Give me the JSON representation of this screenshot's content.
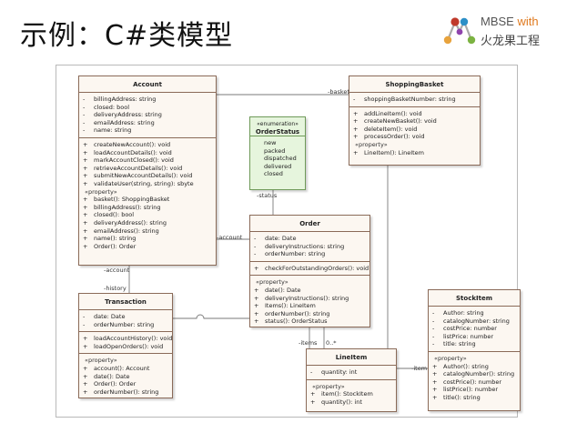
{
  "slide": {
    "title": "示例：C#类模型"
  },
  "logo": {
    "line1": "MBSE",
    "line1_accent": "with",
    "line2": "火龙果工程",
    "colors": [
      "#e8a33d",
      "#c0392b",
      "#2c8fc7",
      "#7cb342",
      "#8e44ad"
    ]
  },
  "diagram": {
    "classes": [
      {
        "id": "account",
        "name": "Account",
        "attributes": [
          {
            "vis": "-",
            "text": "billingAddress: string"
          },
          {
            "vis": "-",
            "text": "closed: bool"
          },
          {
            "vis": "-",
            "text": "deliveryAddress: string"
          },
          {
            "vis": "-",
            "text": "emailAddress: string"
          },
          {
            "vis": "-",
            "text": "name: string"
          }
        ],
        "operations": [
          {
            "vis": "+",
            "text": "createNewAccount(): void"
          },
          {
            "vis": "+",
            "text": "loadAccountDetails(): void"
          },
          {
            "vis": "+",
            "text": "markAccountClosed(): void"
          },
          {
            "vis": "+",
            "text": "retrieveAccountDetails(): void"
          },
          {
            "vis": "+",
            "text": "submitNewAccountDetails(): void"
          },
          {
            "vis": "+",
            "text": "validateUser(string, string): sbyte"
          }
        ],
        "stereotype": "«property»",
        "properties": [
          {
            "vis": "+",
            "text": "basket(): ShoppingBasket"
          },
          {
            "vis": "+",
            "text": "billingAddress(): string"
          },
          {
            "vis": "+",
            "text": "closed(): bool"
          },
          {
            "vis": "+",
            "text": "deliveryAddress(): string"
          },
          {
            "vis": "+",
            "text": "emailAddress(): string"
          },
          {
            "vis": "+",
            "text": "name(): string"
          },
          {
            "vis": "+",
            "text": "Order(): Order"
          }
        ]
      },
      {
        "id": "shopping-basket",
        "name": "ShoppingBasket",
        "attributes": [
          {
            "vis": "-",
            "text": "shoppingBasketNumber: string"
          }
        ],
        "operations": [
          {
            "vis": "+",
            "text": "addLineItem(): void"
          },
          {
            "vis": "+",
            "text": "createNewBasket(): void"
          },
          {
            "vis": "+",
            "text": "deleteItem(): void"
          },
          {
            "vis": "+",
            "text": "processOrder(): void"
          }
        ],
        "stereotype": "«property»",
        "properties": [
          {
            "vis": "+",
            "text": "LineItem(): LineItem"
          }
        ]
      },
      {
        "id": "order",
        "name": "Order",
        "attributes": [
          {
            "vis": "-",
            "text": "date: Date"
          },
          {
            "vis": "-",
            "text": "deliveryInstructions: string"
          },
          {
            "vis": "-",
            "text": "orderNumber: string"
          }
        ],
        "operations": [
          {
            "vis": "+",
            "text": "checkForOutstandingOrders(): void"
          }
        ],
        "stereotype": "«property»",
        "properties": [
          {
            "vis": "+",
            "text": "date(): Date"
          },
          {
            "vis": "+",
            "text": "deliveryInstructions(): string"
          },
          {
            "vis": "+",
            "text": "Items(): LineItem"
          },
          {
            "vis": "+",
            "text": "orderNumber(): string"
          },
          {
            "vis": "+",
            "text": "status(): OrderStatus"
          }
        ]
      },
      {
        "id": "transaction",
        "name": "Transaction",
        "attributes": [
          {
            "vis": "-",
            "text": "date: Date"
          },
          {
            "vis": "-",
            "text": "orderNumber: string"
          }
        ],
        "operations": [
          {
            "vis": "+",
            "text": "loadAccountHistory(): void"
          },
          {
            "vis": "+",
            "text": "loadOpenOrders(): void"
          }
        ],
        "stereotype": "«property»",
        "properties": [
          {
            "vis": "+",
            "text": "account(): Account"
          },
          {
            "vis": "+",
            "text": "date(): Date"
          },
          {
            "vis": "+",
            "text": "Order(): Order"
          },
          {
            "vis": "+",
            "text": "orderNumber(): string"
          }
        ]
      },
      {
        "id": "line-item",
        "name": "LineItem",
        "attributes": [
          {
            "vis": "-",
            "text": "quantity: int"
          }
        ],
        "operations": [],
        "stereotype": "«property»",
        "properties": [
          {
            "vis": "+",
            "text": "item(): StockItem"
          },
          {
            "vis": "+",
            "text": "quantity(): int"
          }
        ]
      },
      {
        "id": "stock-item",
        "name": "StockItem",
        "attributes": [
          {
            "vis": "-",
            "text": "Author: string"
          },
          {
            "vis": "-",
            "text": "catalogNumber: string"
          },
          {
            "vis": "-",
            "text": "costPrice: number"
          },
          {
            "vis": "-",
            "text": "listPrice: number"
          },
          {
            "vis": "-",
            "text": "title: string"
          }
        ],
        "operations": [],
        "stereotype": "«property»",
        "properties": [
          {
            "vis": "+",
            "text": "Author(): string"
          },
          {
            "vis": "+",
            "text": "catalogNumber(): string"
          },
          {
            "vis": "+",
            "text": "costPrice(): number"
          },
          {
            "vis": "+",
            "text": "listPrice(): number"
          },
          {
            "vis": "+",
            "text": "title(): string"
          }
        ]
      }
    ],
    "enumeration": {
      "stereotype": "«enumeration»",
      "name": "OrderStatus",
      "literals": [
        "new",
        "packed",
        "dispatched",
        "delivered",
        "closed"
      ]
    },
    "edge_labels": {
      "basket": "-basket",
      "status": "-status",
      "account_order": "-account",
      "account_transaction": "-account",
      "history": "-history",
      "items": "-items",
      "items_mult": "0..*",
      "item": "-item"
    }
  }
}
